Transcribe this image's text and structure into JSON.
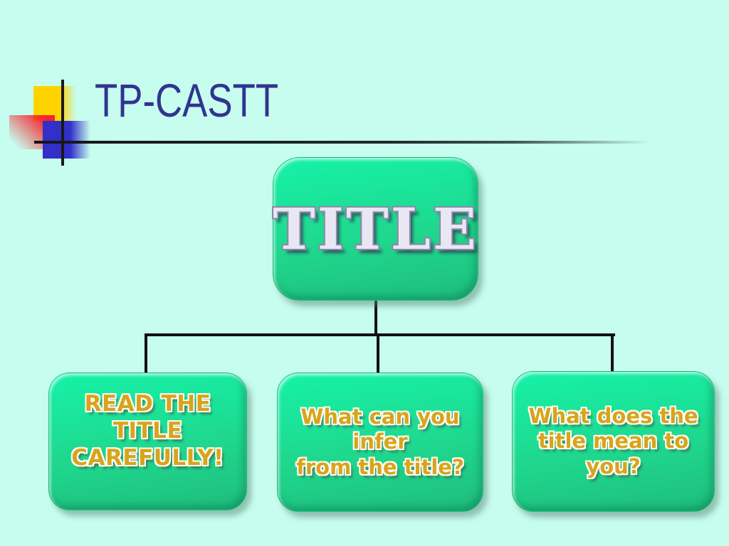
{
  "slide": {
    "title": "TP-CASTT",
    "title_color": "#31348F",
    "background_color": "#C7FDEE",
    "rule_color": "#161616",
    "decoration": {
      "yellow_square": "#FFD300",
      "red_square": "#F5262E",
      "blue_square": "#3230C8",
      "cross_lines": "#1A1A1A"
    }
  },
  "diagram": {
    "connector_color": "#111111",
    "node_fill_top": "#15F2A8",
    "node_fill_bottom": "#1FBD7D",
    "root_node": {
      "label": "TITLE",
      "text_color": "#E9E7F4"
    },
    "child_text_color": "#D8A41D",
    "child_nodes": [
      {
        "id": "read-title",
        "lines": [
          "READ THE TITLE",
          "CAREFULLY!"
        ]
      },
      {
        "id": "infer-from-title",
        "lines": [
          "What can you infer",
          "from the title?"
        ]
      },
      {
        "id": "title-meaning",
        "lines": [
          "What does the",
          "title mean to",
          "you?"
        ]
      }
    ]
  }
}
